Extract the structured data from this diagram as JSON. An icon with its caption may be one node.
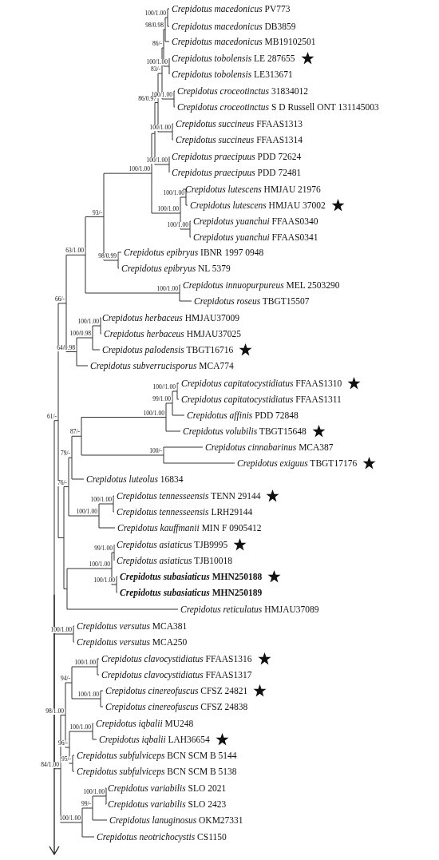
{
  "diagram": {
    "labels": [
      "*Crepidotus macedonicus* PV773",
      "*Crepidotus macedonicus* DB3859",
      "*Crepidotus macedonicus* MB19102501",
      "*Crepidotus tobolensis* LE 287655",
      "*Crepidotus tobolensis* LE313671",
      "*Crepidotus croceotinctus* 31834012",
      "*Crepidotus croceotinctus* S D Russell ONT 131145003",
      "*Crepidotus succineus* FFAAS1313",
      "*Crepidotus succineus* FFAAS1314",
      "*Crepidotus praecipuus* PDD 72624",
      "*Crepidotus praecipuus* PDD 72481",
      "*Crepidotus lutescens* HMJAU 21976",
      "*Crepidotus lutescens* HMJAU 37002",
      "*Crepidotus yuanchui* FFAAS0340",
      "*Crepidotus yuanchui* FFAAS0341",
      "*Crepidotus epibryus* IBNR 1997 0948",
      "*Crepidotus epibryus* NL 5379",
      "*Crepidotus innuopurpureus* MEL 2503290",
      "*Crepidotus roseus* TBGT15507",
      "*Crepidotus herbaceus* HMJAU37009",
      "*Crepidotus herbaceus* HMJAU37025",
      "*Crepidotus palodensis* TBGT16716",
      "*Crepidotus subverrucisporus* MCA774",
      "*Crepidotus capitatocystidiatus* FFAAS1310",
      "*Crepidotus capitatocystidiatus* FFAAS1311",
      "*Crepidotus affinis* PDD 72848",
      "*Crepidotus volubilis* TBGT15648",
      "*Crepidotus cinnabarinus* MCA387",
      "*Crepidotus exiguus* TBGT17176",
      "*Crepidotus luteolus* 16834",
      "*Crepidotus tennesseensis* TENN 29144",
      "*Crepidotus tennesseensis* LRH29144",
      "*Crepidotus kauffmanii* MIN F 0905412",
      "*Crepidotus asiaticus* TJB9995",
      "*Crepidotus asiaticus* TJB10018",
      "***Crepidotus subasiaticus* MHN250188**",
      "***Crepidotus subasiaticus* MHN250189**",
      "*Crepidotus reticulatus* HMJAU37089",
      "*Crepidotus versutus* MCA381",
      "*Crepidotus versutus* MCA250",
      "*Crepidotus clavocystidiatus* FFAAS1316",
      "*Crepidotus clavocystidiatus* FFAAS1317",
      "*Crepidotus cinereofuscus* CFSZ 24821",
      "*Crepidotus cinereofuscus* CFSZ 24838",
      "*Crepidotus iqbalii* MU248",
      "*Crepidotus iqbalii* LAH36654",
      "*Crepidotus subfulviceps* BCN SCM B 5144",
      "*Crepidotus subfulviceps* BCN SCM B 5138",
      "*Crepidotus variabilis* SLO 2021",
      "*Crepidotus variabilis* SLO 2423",
      "*Crepidotus lanuginosus* OKM27331",
      "*Crepidotus neotrichocystis* CS1150",
      "61/-",
      "66/-",
      "63/1.00",
      "93/-",
      "100/1.00",
      "86/0.97",
      "83/-",
      "86/-",
      "98/0.98",
      "100/1.00",
      "100/1.00",
      "100/1.00",
      "100/1.00",
      "100/1.00",
      "100/1.00",
      "100/1.00",
      "100/1.00",
      "98/0.99",
      "100/1.00",
      "64/0.98",
      "100/0.98",
      "100/1.00",
      "76/-",
      "79/-",
      "87/-",
      "100/1.00",
      "99/1.00",
      "100//1.00",
      "100/-",
      "100/1.00",
      "100/1.00",
      "100/1.00",
      "99/1.00",
      "100/1.00",
      "100/1.00",
      "84/1.00",
      "98/1.00",
      "94/-",
      "100/1.00",
      "100/1.00",
      "96/-",
      "100/1.00",
      "95/-",
      "100/1.00",
      "99/-",
      "100/1.00"
    ]
  }
}
